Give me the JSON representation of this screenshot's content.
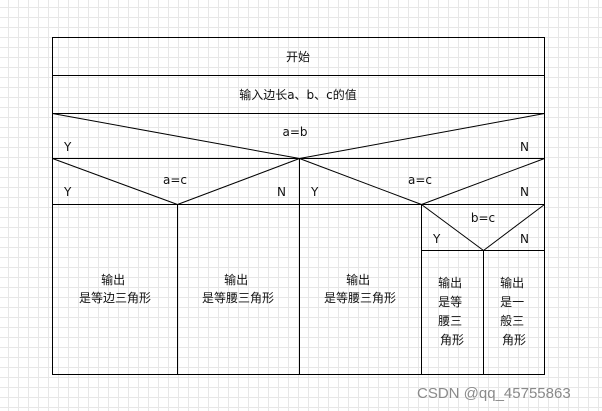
{
  "nodes": {
    "start": "开始",
    "input": "输入边长a、b、c的值",
    "cond_ab": "a=b",
    "cond_ac_left": "a=c",
    "cond_ac_right": "a=c",
    "cond_bc": "b=c",
    "yes": "Y",
    "no": "N",
    "out1": [
      "输出",
      "是等边三角形"
    ],
    "out2": [
      "输出",
      "是等腰三角形"
    ],
    "out3": [
      "输出",
      "是等腰三角形"
    ],
    "out4": [
      "输出",
      "是等",
      "腰三",
      "角形"
    ],
    "out5": [
      "输出",
      "是一",
      "般三",
      "角形"
    ]
  },
  "watermark": "CSDN @qq_45755863"
}
